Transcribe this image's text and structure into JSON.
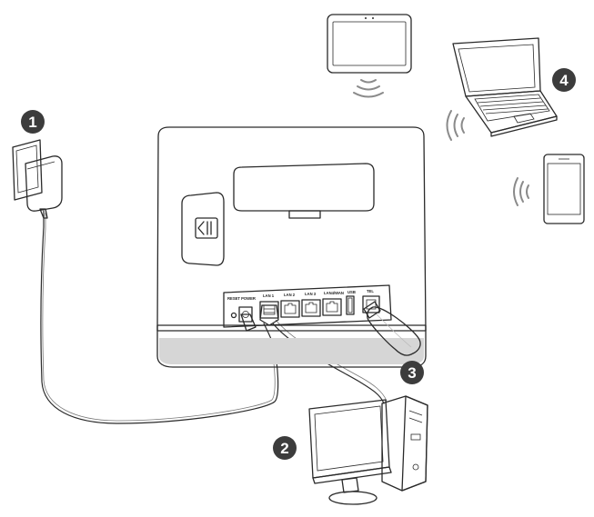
{
  "badges": {
    "one": "1",
    "two": "2",
    "three": "3",
    "four": "4"
  },
  "router": {
    "ports": {
      "reset_power": "RESET POWER",
      "lan1": "LAN 1",
      "lan2": "LAN 2",
      "lan3": "LAN 3",
      "lan4_wan": "LAN4/WAN",
      "usb": "USB",
      "tel": "TEL"
    }
  },
  "colors": {
    "outline": "#2a2a2a",
    "badge_fill": "#3c3c3c",
    "router_body": "#ffffff",
    "router_base": "#e9e9e9",
    "wireless_wave": "#8a8a8a",
    "shading": "#d8d8d8"
  },
  "icons": {
    "adapter": "power-adapter-icon",
    "tablet": "tablet-icon",
    "laptop": "laptop-icon",
    "phone": "smartphone-icon",
    "computer": "desktop-computer-icon",
    "dongle": "usb-dongle-icon",
    "router": "router-icon"
  }
}
